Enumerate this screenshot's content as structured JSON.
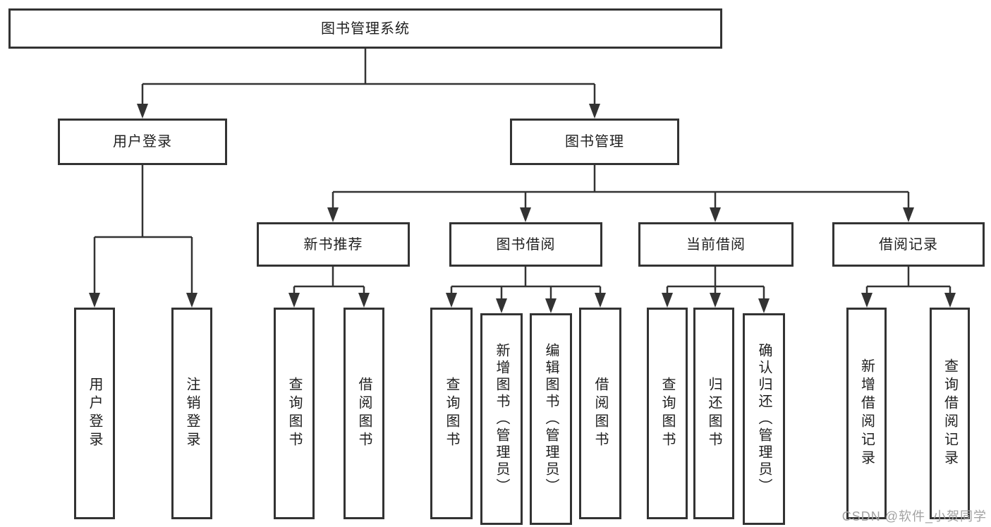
{
  "tree": {
    "label": "图书管理系统",
    "children": [
      {
        "label": "用户登录",
        "children": [
          {
            "label": "用户登录"
          },
          {
            "label": "注销登录"
          }
        ]
      },
      {
        "label": "图书管理",
        "children": [
          {
            "label": "新书推荐",
            "children": [
              {
                "label": "查询图书"
              },
              {
                "label": "借阅图书"
              }
            ]
          },
          {
            "label": "图书借阅",
            "children": [
              {
                "label": "查询图书"
              },
              {
                "label": "新增图书（管理员）"
              },
              {
                "label": "编辑图书（管理员）"
              },
              {
                "label": "借阅图书"
              }
            ]
          },
          {
            "label": "当前借阅",
            "children": [
              {
                "label": "查询图书"
              },
              {
                "label": "归还图书"
              },
              {
                "label": "确认归还（管理员）"
              }
            ]
          },
          {
            "label": "借阅记录",
            "children": [
              {
                "label": "新增借阅记录"
              },
              {
                "label": "查询借阅记录"
              }
            ]
          }
        ]
      }
    ]
  },
  "watermark": {
    "text": "CSDN @软件_小贺同学"
  },
  "colors": {
    "line": "#333333",
    "box_border": "#333333",
    "box_fill": "#ffffff",
    "text": "#1f1f1f",
    "watermark": "#a2a2a2"
  }
}
